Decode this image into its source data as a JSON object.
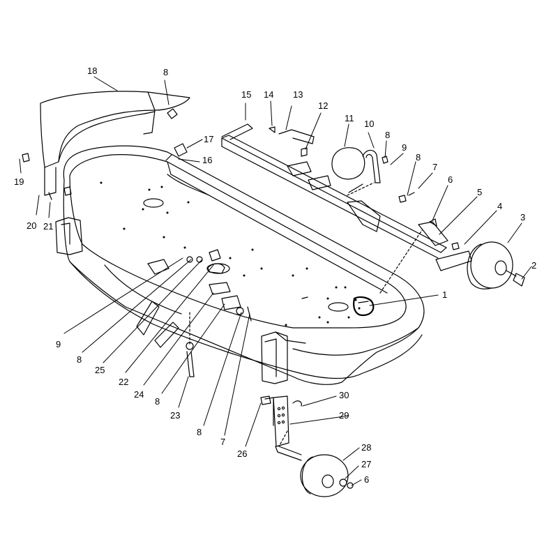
{
  "diagram": {
    "line_color": "#000000",
    "fill_color": "#ffffff",
    "callouts": [
      {
        "id": "c1",
        "text": "1"
      },
      {
        "id": "c2",
        "text": "2"
      },
      {
        "id": "c3",
        "text": "3"
      },
      {
        "id": "c4",
        "text": "4"
      },
      {
        "id": "c5",
        "text": "5"
      },
      {
        "id": "c6a",
        "text": "6"
      },
      {
        "id": "c7a",
        "text": "7"
      },
      {
        "id": "c8a",
        "text": "8"
      },
      {
        "id": "c9a",
        "text": "9"
      },
      {
        "id": "c10",
        "text": "10"
      },
      {
        "id": "c8b",
        "text": "8"
      },
      {
        "id": "c11",
        "text": "11"
      },
      {
        "id": "c12",
        "text": "12"
      },
      {
        "id": "c13",
        "text": "13"
      },
      {
        "id": "c14",
        "text": "14"
      },
      {
        "id": "c15",
        "text": "15"
      },
      {
        "id": "c8c",
        "text": "8"
      },
      {
        "id": "c18",
        "text": "18"
      },
      {
        "id": "c17",
        "text": "17"
      },
      {
        "id": "c16",
        "text": "16"
      },
      {
        "id": "c19",
        "text": "19"
      },
      {
        "id": "c20",
        "text": "20"
      },
      {
        "id": "c21",
        "text": "21"
      },
      {
        "id": "c9b",
        "text": "9"
      },
      {
        "id": "c8d",
        "text": "8"
      },
      {
        "id": "c25",
        "text": "25"
      },
      {
        "id": "c22",
        "text": "22"
      },
      {
        "id": "c24",
        "text": "24"
      },
      {
        "id": "c8e",
        "text": "8"
      },
      {
        "id": "c23",
        "text": "23"
      },
      {
        "id": "c8f",
        "text": "8"
      },
      {
        "id": "c7b",
        "text": "7"
      },
      {
        "id": "c26",
        "text": "26"
      },
      {
        "id": "c30",
        "text": "30"
      },
      {
        "id": "c29",
        "text": "29"
      },
      {
        "id": "c28",
        "text": "28"
      },
      {
        "id": "c27",
        "text": "27"
      },
      {
        "id": "c6b",
        "text": "6"
      }
    ]
  }
}
